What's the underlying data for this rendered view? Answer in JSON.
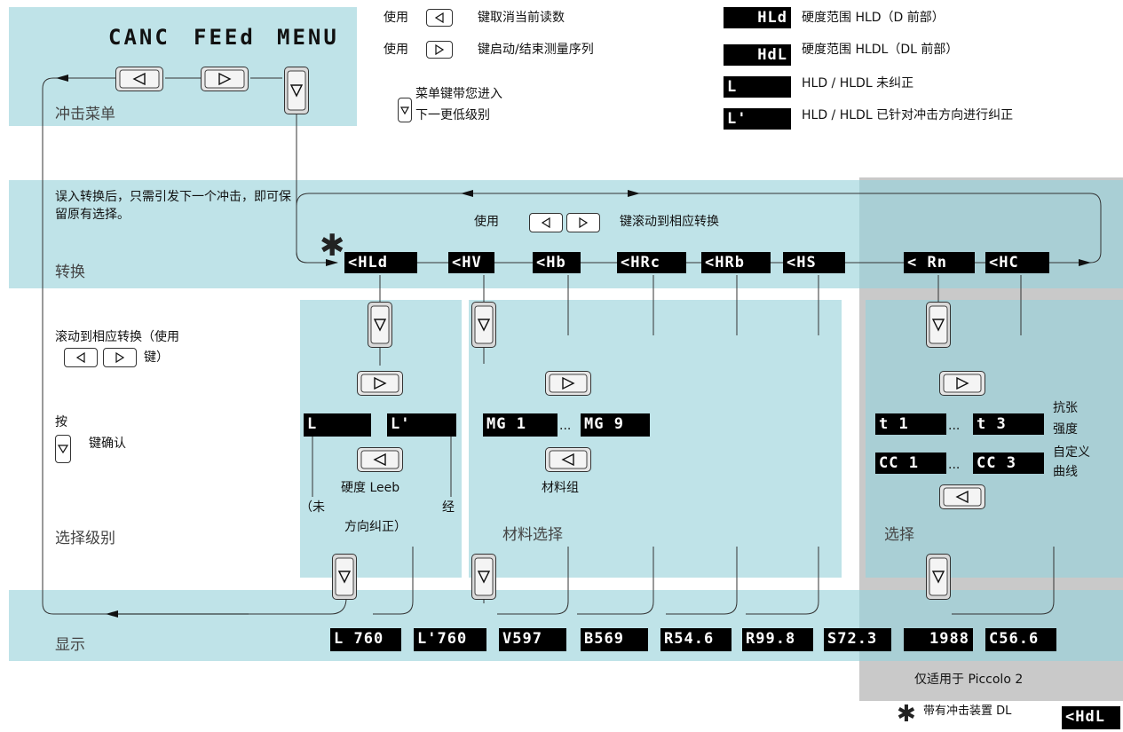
{
  "top_panel": {
    "menu_words": [
      "CANC",
      "FEEd",
      "MENU"
    ],
    "label": "冲击菜单"
  },
  "top_info": {
    "line1_prefix": "使用",
    "line1_suffix": "键取消当前读数",
    "line2_prefix": "使用",
    "line2_suffix": "键启动/结束测量序列",
    "menu_key_line1": "菜单键带您进入",
    "menu_key_line2": "下一更低级别"
  },
  "legend": [
    {
      "code": "HLd",
      "text": "硬度范围 HLD（D 前部）"
    },
    {
      "code": "HdL",
      "text": "硬度范围 HLDL（DL 前部）"
    },
    {
      "code": "L",
      "text": "HLD / HLDL 未纠正"
    },
    {
      "code": "L'",
      "text": "HLD / HLDL 已针对冲击方向进行纠正"
    }
  ],
  "conversion_band": {
    "label": "转换",
    "note": "误入转换后，只需引发下一个冲击，即可保留原有选择。",
    "scroll_prefix": "使用",
    "scroll_suffix": "键滚动到相应转换",
    "star": "✱",
    "codes": [
      "<HLd",
      "<HV",
      "<Hb",
      "<HRc",
      "<HRb",
      "<HS",
      "< Rn",
      "<HC"
    ]
  },
  "select_level": {
    "scroll_text": "滚动到相应转换（使用",
    "scroll_text_end": "键）",
    "press": "按",
    "confirm": "键确认",
    "label": "选择级别"
  },
  "leeb_panel": {
    "options": [
      "L",
      "L'"
    ],
    "caption1": "硬度 Leeb",
    "caption_left": "（未",
    "caption_right": "经",
    "caption2": "方向纠正）"
  },
  "material_panel": {
    "range_start": "MG 1",
    "range_end": "MG 9",
    "ellipsis": "...",
    "caption": "材料组",
    "label": "材料选择"
  },
  "select_panel": {
    "label": "选择",
    "row1_start": "t  1",
    "row1_end": "t  3",
    "row1_label1": "抗张",
    "row1_label2": "强度",
    "row2_start": "CC 1",
    "row2_end": "CC 3",
    "row2_label1": "自定义",
    "row2_label2": "曲线",
    "ellipsis": "..."
  },
  "display_band": {
    "label": "显示",
    "readings": [
      "L 760",
      "L'760",
      "V597",
      "B569",
      "R54.6",
      "R99.8",
      "S72.3",
      "1988",
      "C56.6"
    ]
  },
  "footer": {
    "piccolo_note": "仅适用于 Piccolo 2",
    "star": "✱",
    "dl_note": "带有冲击装置 DL",
    "dl_code": "<HdL"
  },
  "colors": {
    "panel": "#bfe3e8",
    "gray": "#c9c9c9",
    "lcd": "#000000"
  }
}
